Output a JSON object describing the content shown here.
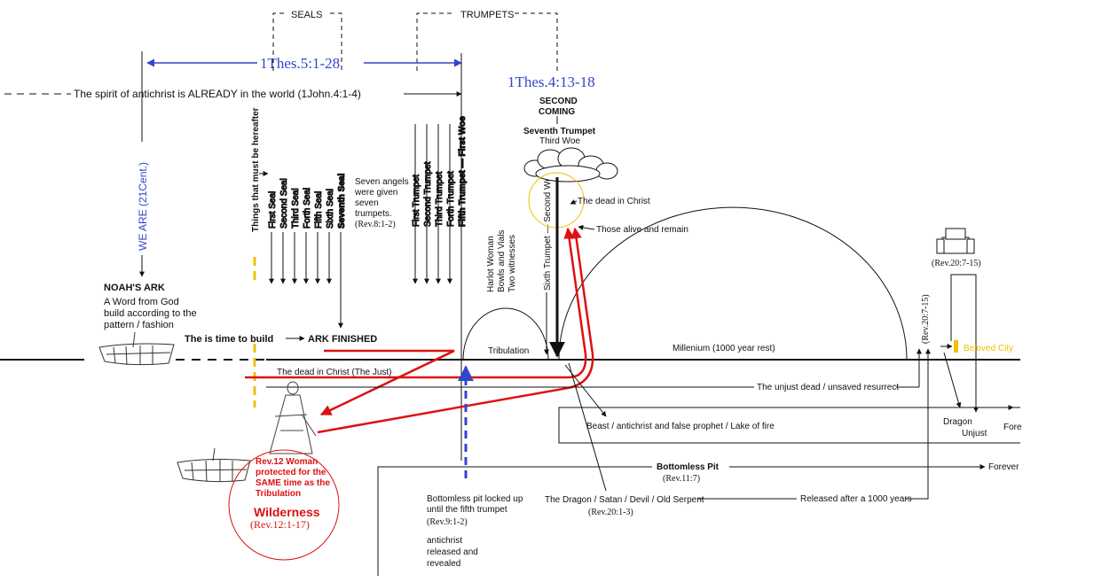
{
  "header": {
    "seals": "SEALS",
    "trumpets": "TRUMPETS",
    "thes5": "1Thes.5:1-28",
    "thes4": "1Thes.4:13-18",
    "antichrist_spirit": "The spirit of antichrist is ALREADY in the world (1John.4:1-4)"
  },
  "left": {
    "we_are": "WE ARE (21Cent.)",
    "noahs_ark_title": "NOAH'S ARK",
    "noahs_ark_lines": [
      "A Word from God",
      "build according to the",
      "pattern / fashion"
    ],
    "time_to_build": "The is time to build",
    "ark_finished": "ARK FINISHED",
    "dead_in_christ_just": "The dead in Christ (The Just)",
    "things_hereafter": "Things that must be hereafter"
  },
  "seals_list": [
    "First Seal",
    "Second Seal",
    "Third Seal",
    "Forth Seal",
    "Fifth Seal",
    "Sixth Seal",
    "Seventh Seal"
  ],
  "seven_angels": [
    "Seven angels",
    "were given",
    "seven",
    "trumpets.",
    "(Rev.8:1-2)"
  ],
  "trumpets_list": [
    "First Trumpet",
    "Second Trumpet",
    "Third Trumpet",
    "Forth Trumpet",
    "Fifth Trumpet — First Woe"
  ],
  "middle": {
    "harlot": [
      "Harlot Woman",
      "Bowls and Vials",
      "Two witnesses"
    ],
    "sixth_trumpet": "Sixth Trumpet — Second Woe",
    "second_coming": [
      "SECOND",
      "COMING"
    ],
    "seventh_trumpet": "Seventh Trumpet",
    "third_woe": "Third Woe",
    "dead_in_christ": "The dead in Christ",
    "alive_remain": "Those alive and remain",
    "tribulation": "Tribulation",
    "millenium": "Millenium (1000 year rest)"
  },
  "right": {
    "rev20_7_15_top": "(Rev.20:7-15)",
    "rev20_7_15_side": "(Rev.20:7-15)",
    "beloved_city": "Beloved City",
    "dragon": "Dragon",
    "unjust": "Unjust",
    "forever_top": "Fore",
    "forever_bottom": "Forever"
  },
  "lower": {
    "unjust_dead": "The unjust dead / unsaved resurrect",
    "beast": "Beast / antichrist and false prophet / Lake of fire",
    "bottomless_pit": "Bottomless Pit",
    "rev11_7": "(Rev.11:7)",
    "dragon_satan": "The Dragon / Satan / Devil / Old Serpent",
    "rev20_1_3": "(Rev.20:1-3)",
    "released": "Released after a 1000 years",
    "pit_locked": [
      "Bottomless pit locked up",
      "until the fifth trumpet"
    ],
    "rev9_1_2": "(Rev.9:1-2)",
    "antichrist_released": [
      "antichrist",
      "released and",
      "revealed"
    ]
  },
  "wilderness": {
    "woman_lines": [
      "Rev.12 Woman",
      "protected for the",
      "SAME time as the",
      "Tribulation"
    ],
    "title": "Wilderness",
    "ref": "(Rev.12:1-17)"
  },
  "colors": {
    "blue": "#3344cc",
    "red": "#dd1111",
    "gold": "#f0c000",
    "ink": "#111111"
  }
}
